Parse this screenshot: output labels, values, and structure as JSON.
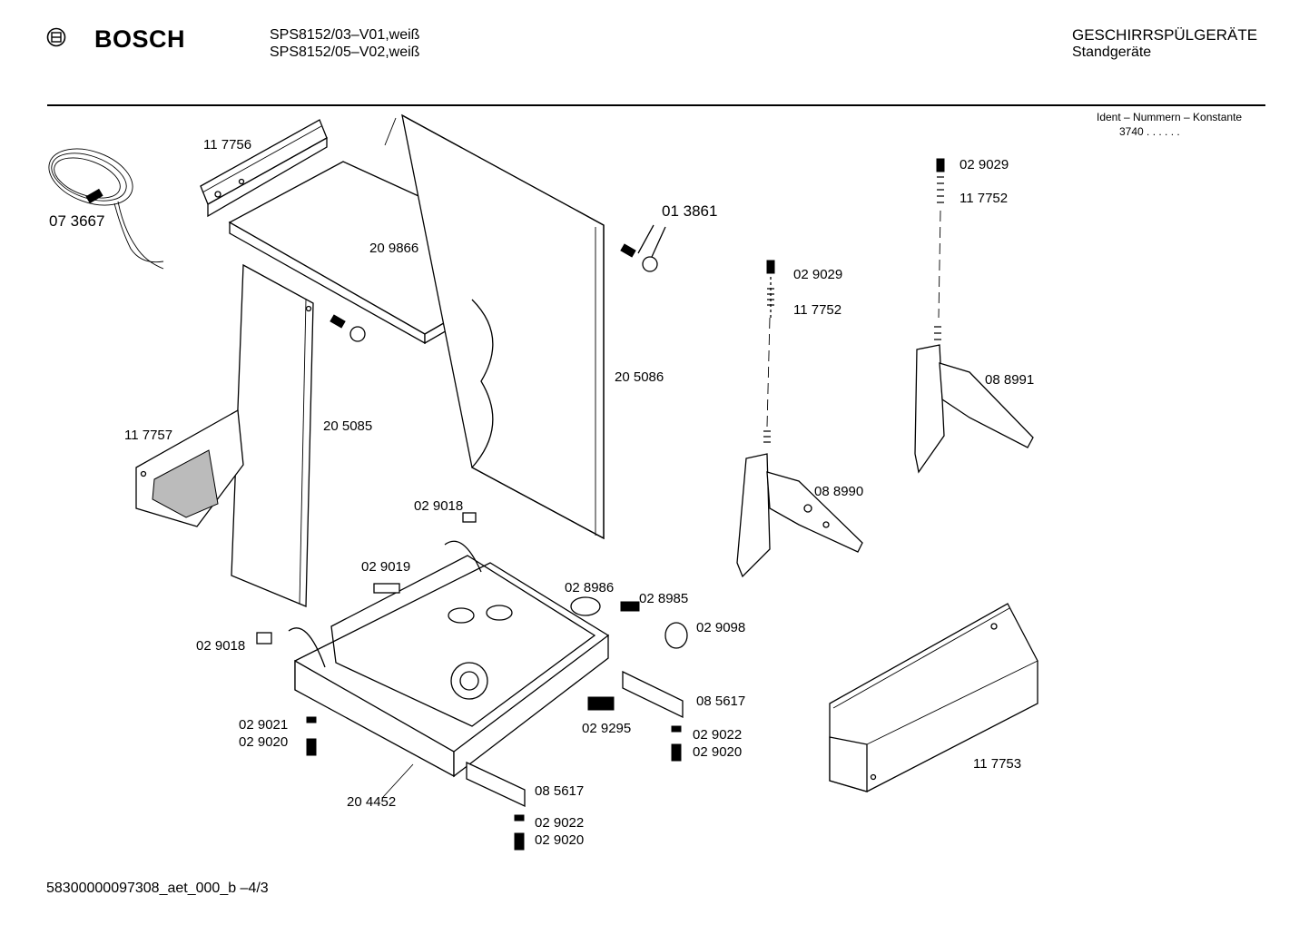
{
  "header": {
    "brand": "BOSCH",
    "models": [
      "SPS8152/03–V01,weiß",
      "SPS8152/05–V02,weiß"
    ],
    "category": "GESCHIRRSPÜLGERÄTE",
    "subcategory": "Standgeräte",
    "ident_title": "Ident – Nummern – Konstante",
    "ident_value": "3740  .  .     .  .  .  ."
  },
  "parts": {
    "p117756": "11 7756",
    "p073667": "07 3667",
    "p209866": "20 9866",
    "p013861": "01 3861",
    "p205086": "20 5086",
    "p117757": "11 7757",
    "p205085": "20 5085",
    "p029029a": "02 9029",
    "p117752a": "11 7752",
    "p029029b": "02 9029",
    "p117752b": "11 7752",
    "p088991": "08 8991",
    "p088990": "08 8990",
    "p029018a": "02 9018",
    "p029019": "02 9019",
    "p028986": "02 8986",
    "p028985": "02 8985",
    "p029098": "02 9098",
    "p029018b": "02 9018",
    "p085617a": "08 5617",
    "p029295": "02 9295",
    "p029021": "02 9021",
    "p029020a": "02 9020",
    "p029022a": "02 9022",
    "p029020b": "02 9020",
    "p117753": "11 7753",
    "p204452": "20 4452",
    "p085617b": "08 5617",
    "p029022b": "02 9022",
    "p029020c": "02 9020"
  },
  "footer": {
    "doc_id": "58300000097308_aet_000_b –4/3"
  }
}
